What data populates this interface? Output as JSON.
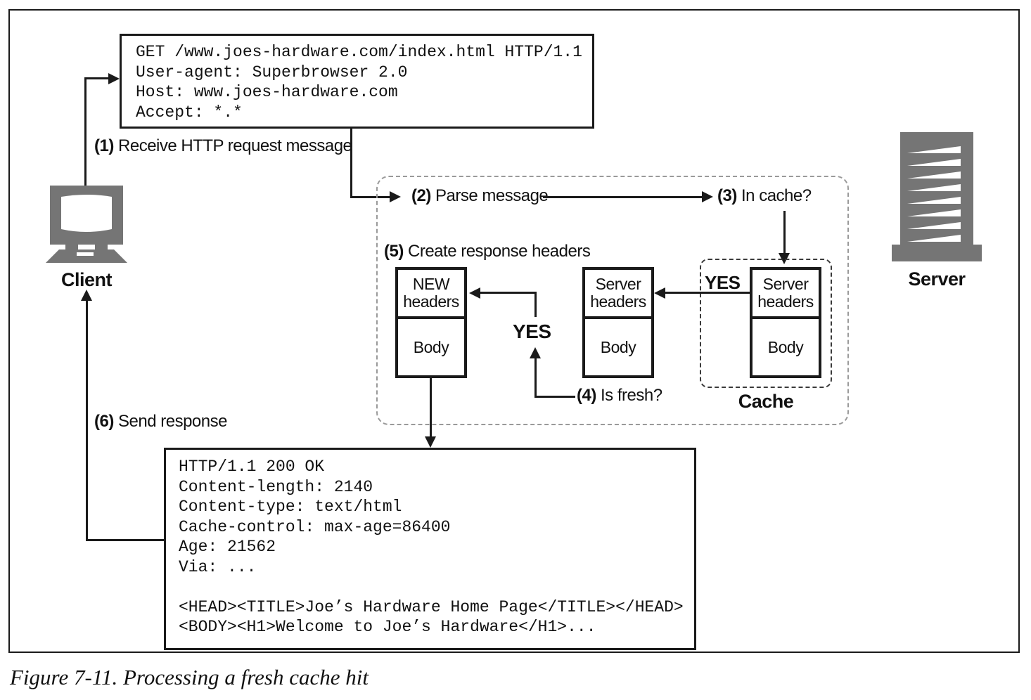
{
  "caption": "Figure 7-11. Processing a fresh cache hit",
  "request_message": {
    "lines": [
      "GET /www.joes-hardware.com/index.html HTTP/1.1",
      "User-agent: Superbrowser 2.0",
      "Host: www.joes-hardware.com",
      "Accept: *.*"
    ]
  },
  "response_message": {
    "lines": [
      "HTTP/1.1 200 OK",
      "Content-length: 2140",
      "Content-type: text/html",
      "Cache-control: max-age=86400",
      "Age: 21562",
      "Via: ...",
      "",
      "<HEAD><TITLE>Joe’s Hardware Home Page</TITLE></HEAD>",
      "<BODY><H1>Welcome to Joe’s Hardware</H1>..."
    ]
  },
  "steps": {
    "s1": {
      "num": "(1)",
      "text": " Receive HTTP request message"
    },
    "s2": {
      "num": "(2)",
      "text": " Parse message"
    },
    "s3": {
      "num": "(3)",
      "text": " In cache?"
    },
    "s4": {
      "num": "(4)",
      "text": " Is fresh?"
    },
    "s5": {
      "num": "(5)",
      "text": " Create response headers"
    },
    "s6": {
      "num": "(6)",
      "text": " Send response"
    }
  },
  "labels": {
    "client": "Client",
    "server": "Server",
    "cache": "Cache",
    "yes_cache_hit": "YES",
    "yes_fresh": "YES"
  },
  "boxes": {
    "new_headers": {
      "header": "NEW headers",
      "body": "Body"
    },
    "server_headers_copy": {
      "header": "Server headers",
      "body": "Body"
    },
    "server_headers_cached": {
      "header": "Server headers",
      "body": "Body"
    }
  },
  "icons": {
    "client": "desktop-computer-icon",
    "server": "server-tower-icon"
  },
  "colors": {
    "icon_gray": "#757575",
    "line_black": "#1a1a1a",
    "outer_dash_gray": "#9a9a9a"
  }
}
